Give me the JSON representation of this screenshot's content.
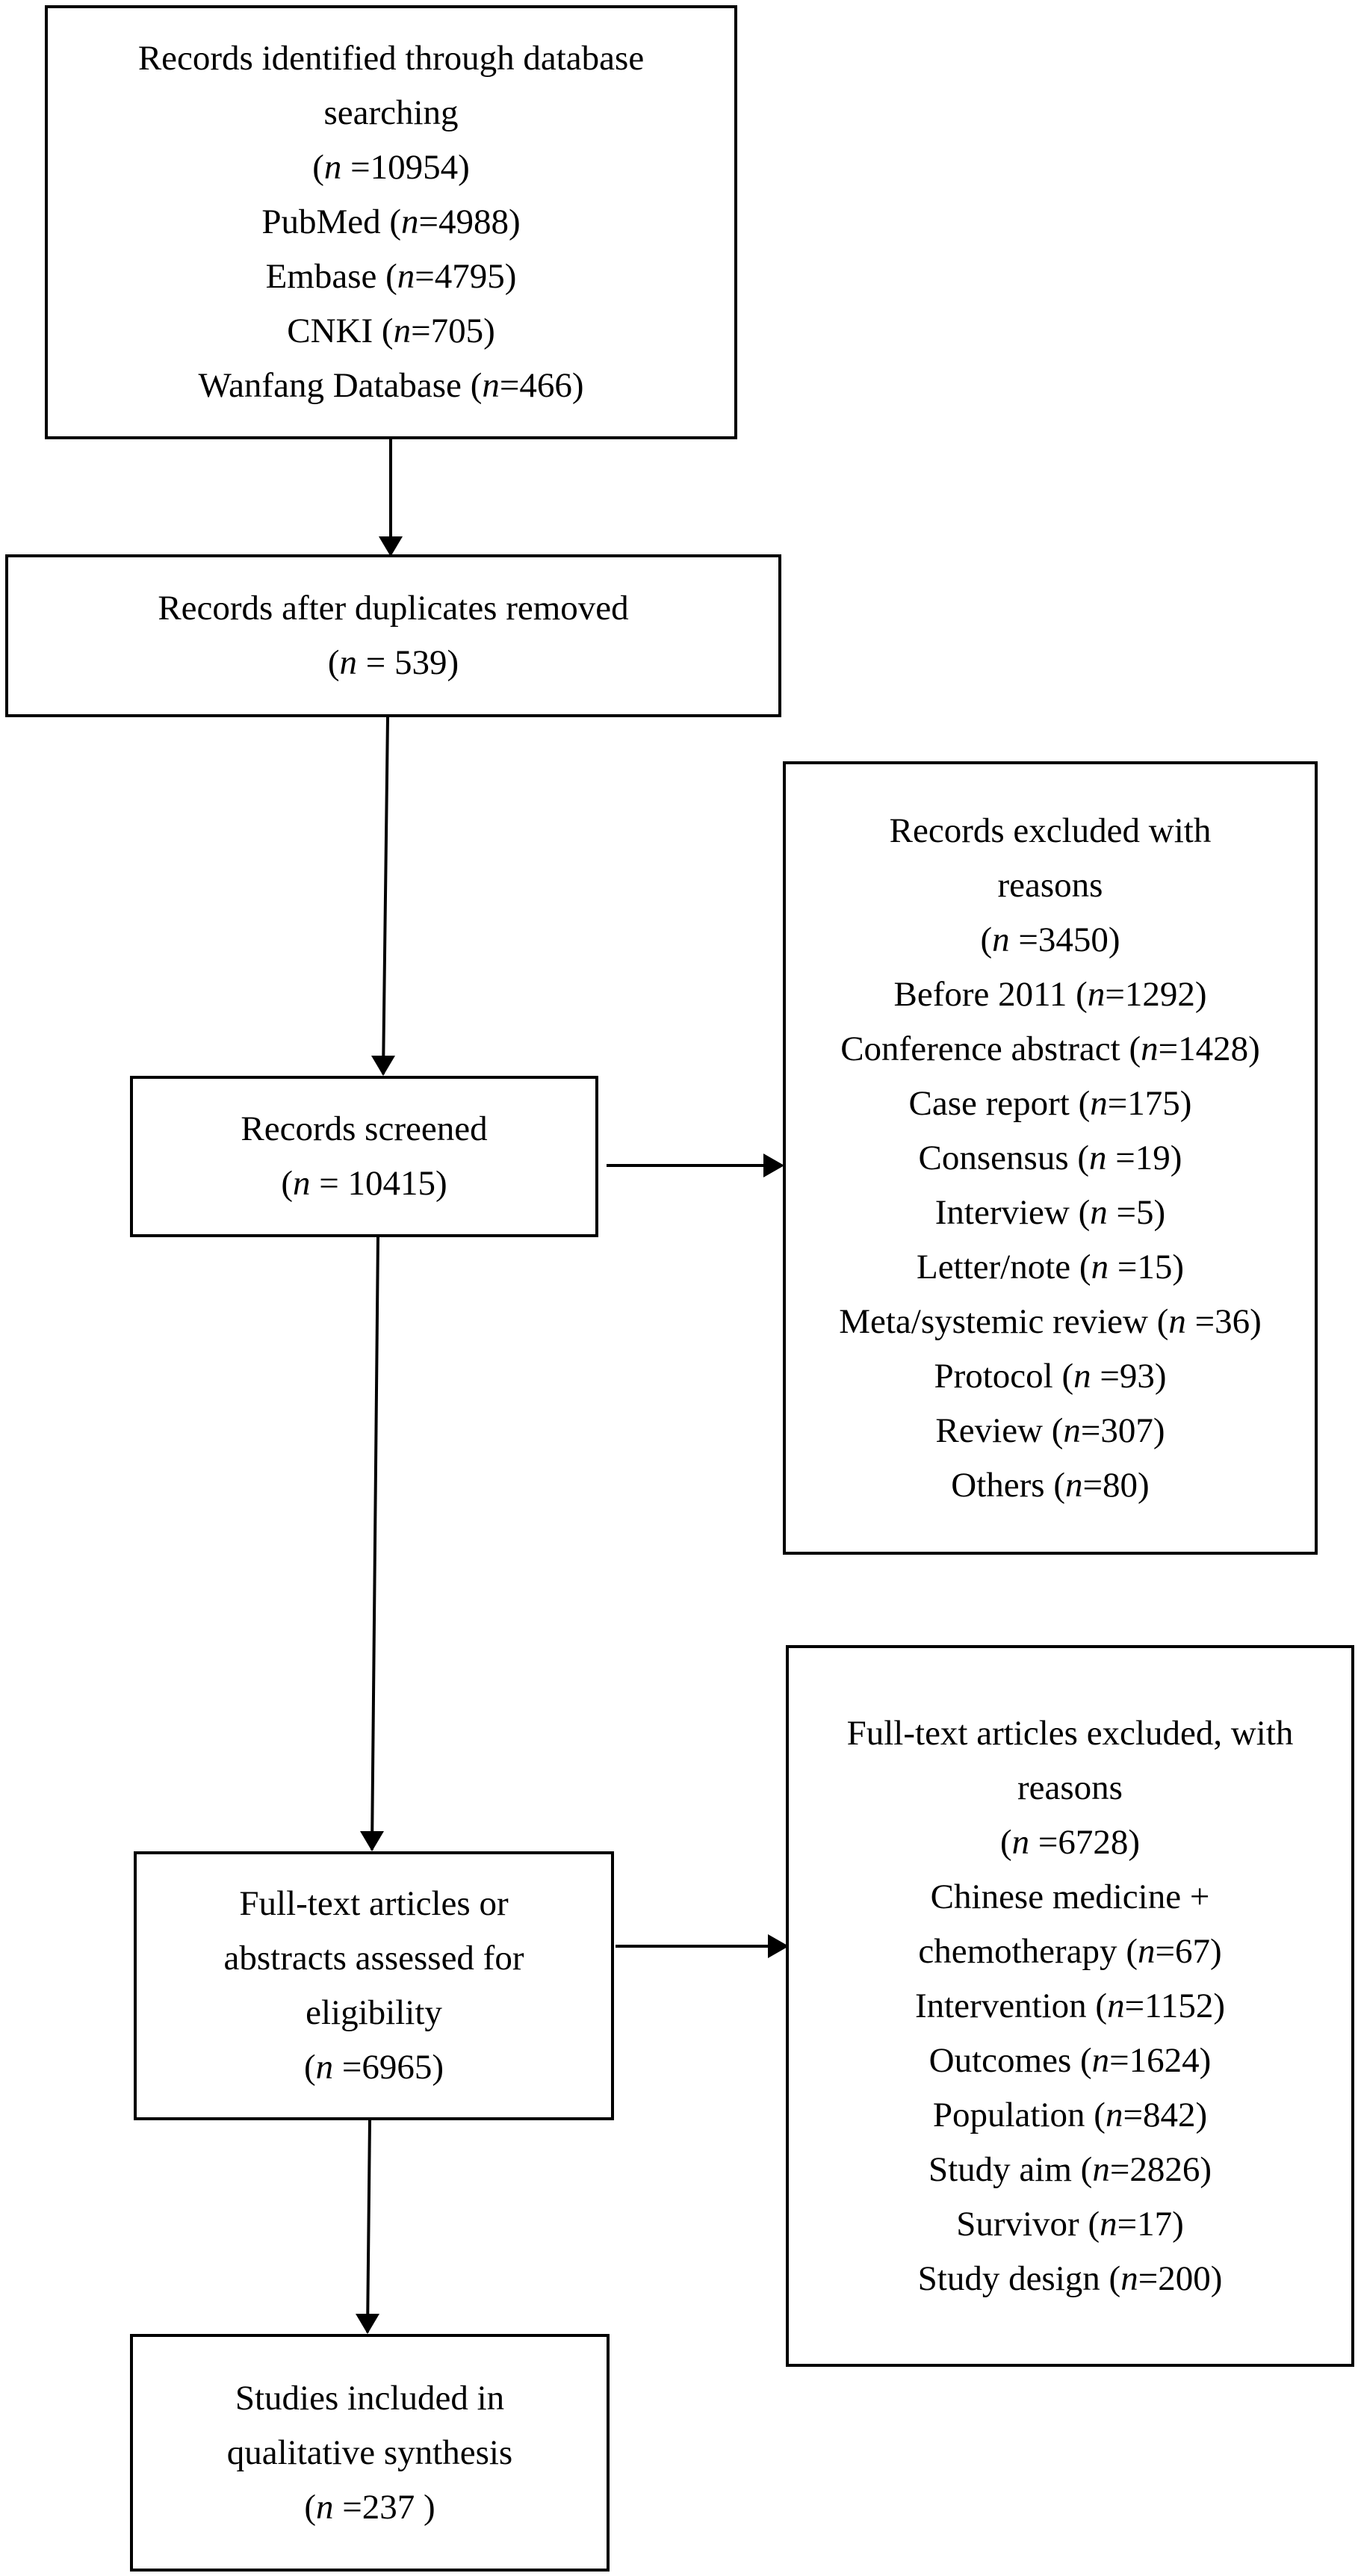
{
  "boxes": {
    "identified": {
      "title": "Records identified through database searching",
      "count": "10954",
      "sources": [
        {
          "name": "PubMed",
          "count": "4988"
        },
        {
          "name": "Embase",
          "count": "4795"
        },
        {
          "name": "CNKI",
          "count": "705"
        },
        {
          "name": "Wanfang Database",
          "count": "466"
        }
      ]
    },
    "deduplicated": {
      "title": "Records after duplicates removed",
      "count": " 539"
    },
    "screened": {
      "title": "Records screened",
      "count": " 10415"
    },
    "excluded_records": {
      "title": "Records excluded with reasons",
      "count": "3450",
      "reasons": [
        {
          "name": "Before 2011",
          "count": "1292"
        },
        {
          "name": "Conference abstract",
          "count": "1428"
        },
        {
          "name": "Case report",
          "count": "175"
        },
        {
          "name": "Consensus",
          "count": "19"
        },
        {
          "name": "Interview",
          "count": "5"
        },
        {
          "name": "Letter/note",
          "count": "15"
        },
        {
          "name": "Meta/systemic review",
          "count": "36"
        },
        {
          "name": "Protocol",
          "count": "93"
        },
        {
          "name": "Review",
          "count": "307"
        },
        {
          "name": "Others",
          "count": "80"
        }
      ]
    },
    "fulltext": {
      "title": "Full-text articles or abstracts assessed for eligibility",
      "count": "6965"
    },
    "excluded_fulltext": {
      "title": "Full-text articles excluded, with reasons",
      "count": "6728",
      "reasons": [
        {
          "name": "Chinese medicine + chemotherapy",
          "count": "67"
        },
        {
          "name": "Intervention",
          "count": "1152"
        },
        {
          "name": "Outcomes",
          "count": "1624"
        },
        {
          "name": "Population",
          "count": "842"
        },
        {
          "name": "Study aim",
          "count": "2826"
        },
        {
          "name": "Survivor",
          "count": "17"
        },
        {
          "name": "Study design",
          "count": "200"
        }
      ]
    },
    "included": {
      "title": "Studies included in qualitative synthesis",
      "count": "237"
    }
  },
  "n_symbol": "n"
}
